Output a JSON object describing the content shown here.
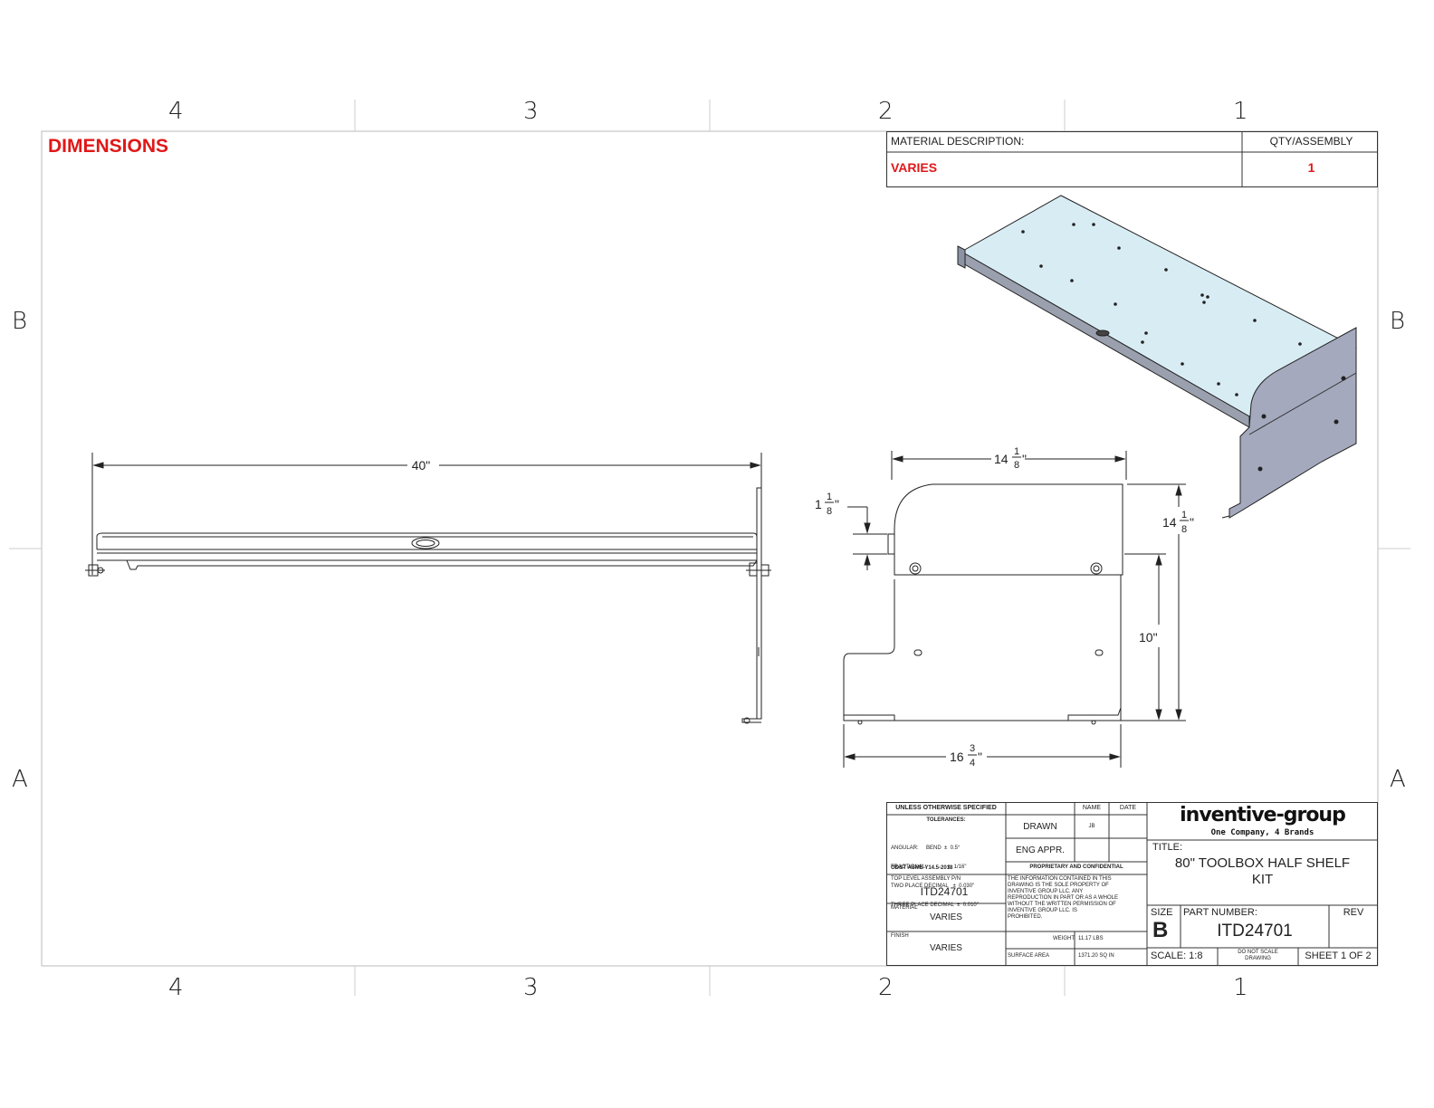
{
  "zones": {
    "top": [
      "4",
      "3",
      "2",
      "1"
    ],
    "bottom": [
      "4",
      "3",
      "2",
      "1"
    ],
    "left": [
      "B",
      "A"
    ],
    "right": [
      "B",
      "A"
    ]
  },
  "header": {
    "title": "DIMENSIONS"
  },
  "material_block": {
    "desc_label": "MATERIAL DESCRIPTION:",
    "qty_label": "QTY/ASSEMBLY",
    "desc_value": "VARIES",
    "qty_value": "1"
  },
  "dimensions": {
    "front_width": "40\"",
    "side_top_whole": "14",
    "side_top_num": "1",
    "side_top_den": "8",
    "flange_whole": "1",
    "flange_num": "1",
    "flange_den": "8",
    "right_whole": "14",
    "right_num": "1",
    "right_den": "8",
    "height": "10\"",
    "bottom_whole": "16",
    "bottom_num": "3",
    "bottom_den": "4"
  },
  "title_block": {
    "unless": "UNLESS OTHERWISE SPECIFIED",
    "tolerances": "TOLERANCES:",
    "tol_lines": [
      "ANGULAR:     BEND  ±  0.5°",
      "FRACTIONAL:              ±  1/16\"",
      "TWO PLACE DECIMAL   ±  0.030\"",
      "THREE PLACE DECIMAL  ±  0.010\""
    ],
    "gdt": "GD&T ASME Y14.5-2018",
    "top_level_label": "TOP LEVEL ASSEMBLY P/N",
    "top_level_value": "ITD24701",
    "material_label": "MATERIAL",
    "material_value": "VARIES",
    "finish_label": "FINISH",
    "finish_value": "VARIES",
    "name_hdr": "NAME",
    "date_hdr": "DATE",
    "drawn_label": "DRAWN",
    "drawn_name": "JB",
    "eng_label": "ENG APPR.",
    "proprietary_label": "PROPRIETARY AND CONFIDENTIAL",
    "proprietary_lines": [
      "THE INFORMATION CONTAINED IN THIS",
      "DRAWING IS THE SOLE PROPERTY OF",
      "INVENTIVE GROUP LLC. ANY",
      "REPRODUCTION IN PART OR AS A WHOLE",
      "WITHOUT THE WRITTEN PERMISSION OF",
      "INVENTIVE GROUP LLC. IS",
      "PROHIBITED."
    ],
    "weight_label": "WEIGHT",
    "weight_value": "11.17  LBS",
    "surface_label": "SURFACE AREA",
    "surface_value": "1371.20  SQ IN",
    "logo_text": "inventive-group",
    "logo_tagline": "One Company, 4 Brands",
    "title_label": "TITLE:",
    "title_line1": "80\" TOOLBOX HALF SHELF",
    "title_line2": "KIT",
    "size_label": "SIZE",
    "size_value": "B",
    "part_label": "PART NUMBER:",
    "part_value": "ITD24701",
    "rev_label": "REV",
    "scale": "SCALE: 1:8",
    "noscale_line1": "DO NOT SCALE",
    "noscale_line2": "DRAWING",
    "sheet": "SHEET 1 OF 2"
  }
}
